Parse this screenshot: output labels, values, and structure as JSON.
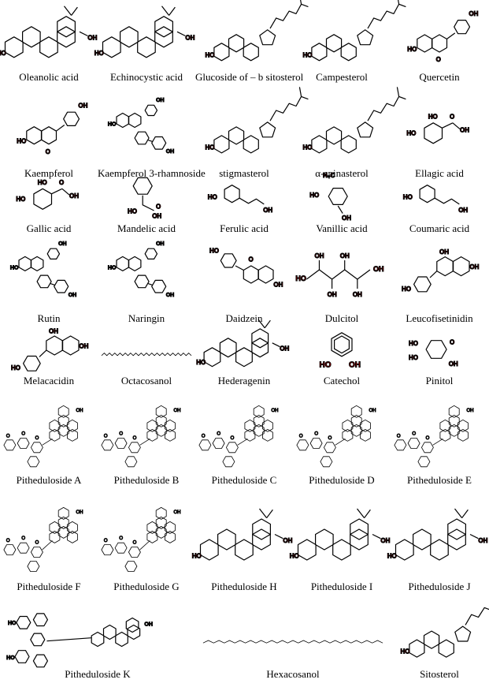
{
  "compounds": [
    {
      "name": "Oleanolic acid",
      "kind": "triterpene"
    },
    {
      "name": "Echinocystic acid",
      "kind": "triterpene"
    },
    {
      "name": "Glucoside of – b sitosterol",
      "kind": "sterol"
    },
    {
      "name": "Campesterol",
      "kind": "sterol"
    },
    {
      "name": "Quercetin",
      "kind": "flavonol"
    },
    {
      "name": "Kaempferol",
      "kind": "flavonol"
    },
    {
      "name": "Kaempferol 3-rhamnoside",
      "kind": "glycoflavonoid"
    },
    {
      "name": "stigmasterol",
      "kind": "sterol"
    },
    {
      "name": "α-spinasterol",
      "kind": "sterol"
    },
    {
      "name": "Ellagic acid",
      "kind": "benzoic"
    },
    {
      "name": "Gallic acid",
      "kind": "benzoic"
    },
    {
      "name": "Mandelic acid",
      "kind": "mandelic"
    },
    {
      "name": "Ferulic acid",
      "kind": "cinnamic"
    },
    {
      "name": "Vanillic acid",
      "kind": "vanillic"
    },
    {
      "name": "Coumaric acid",
      "kind": "cinnamic"
    },
    {
      "name": "Rutin",
      "kind": "glycoflavonoid"
    },
    {
      "name": "Naringin",
      "kind": "glycoflavonoid"
    },
    {
      "name": "Daidzein",
      "kind": "isoflavone"
    },
    {
      "name": "Dulcitol",
      "kind": "polyol"
    },
    {
      "name": "Leucofisetinidin",
      "kind": "flavan"
    },
    {
      "name": "Melacacidin",
      "kind": "flavan"
    },
    {
      "name": "Octacosanol",
      "kind": "chain"
    },
    {
      "name": "Hederagenin",
      "kind": "triterpene"
    },
    {
      "name": "Catechol",
      "kind": "catechol"
    },
    {
      "name": "Pinitol",
      "kind": "cyclitol"
    },
    {
      "name": "Pitheduloside A",
      "kind": "saponin"
    },
    {
      "name": "Pitheduloside B",
      "kind": "saponin"
    },
    {
      "name": "Pitheduloside C",
      "kind": "saponin"
    },
    {
      "name": "Pitheduloside D",
      "kind": "saponin"
    },
    {
      "name": "Pitheduloside E",
      "kind": "saponin"
    },
    {
      "name": "Pitheduloside F",
      "kind": "saponin"
    },
    {
      "name": "Pitheduloside G",
      "kind": "saponin"
    },
    {
      "name": "Pitheduloside H",
      "kind": "triterpene"
    },
    {
      "name": "Pitheduloside I",
      "kind": "triterpene"
    },
    {
      "name": "Pitheduloside J",
      "kind": "triterpene"
    },
    {
      "name": "Pitheduloside K",
      "kind": "saponinWide"
    },
    {
      "name": "Hexacosanol",
      "kind": "chain"
    },
    {
      "name": "Sitosterol",
      "kind": "sterol"
    }
  ],
  "atom_labels": {
    "hydroxyl": "OH",
    "hydroxyl_left": "HO",
    "oxygen": "O",
    "methoxy": "H₃C"
  },
  "colors": {
    "bond": "#000000",
    "heteroatom": "#e00000",
    "label": "#000000"
  }
}
